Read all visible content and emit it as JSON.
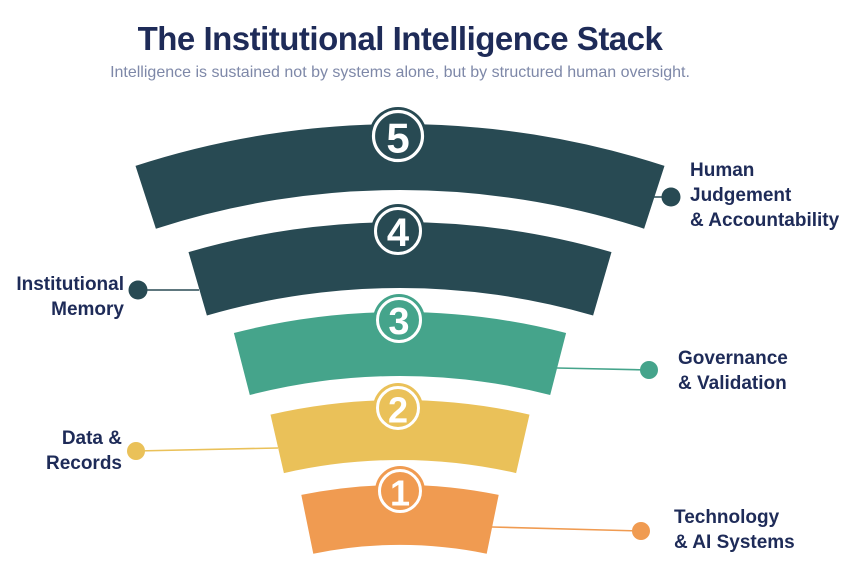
{
  "header": {
    "title": "The Institutional Intelligence Stack",
    "subtitle": "Intelligence is sustained not by systems alone, but by structured human oversight."
  },
  "colors": {
    "dark_teal": "#284a53",
    "green": "#45a48b",
    "yellow": "#eac159",
    "orange": "#f09b51",
    "label_navy": "#1e2b58",
    "subtitle_gray": "#7e88a8",
    "background": "#ffffff",
    "circle_ring": "#ffffff",
    "number_text": "#ffffff"
  },
  "bands": [
    {
      "number": "5",
      "color": "#284a53",
      "side": "right",
      "label_lines": [
        "Human",
        "Judgement",
        "& Accountability"
      ]
    },
    {
      "number": "4",
      "color": "#284a53",
      "side": "left",
      "label_lines": [
        "Institutional",
        "Memory"
      ]
    },
    {
      "number": "3",
      "color": "#45a48b",
      "side": "right",
      "label_lines": [
        "Governance",
        "& Validation"
      ]
    },
    {
      "number": "2",
      "color": "#eac159",
      "side": "left",
      "label_lines": [
        "Data &",
        "Records"
      ]
    },
    {
      "number": "1",
      "color": "#f09b51",
      "side": "right",
      "label_lines": [
        "Technology",
        "& AI Systems"
      ]
    }
  ]
}
